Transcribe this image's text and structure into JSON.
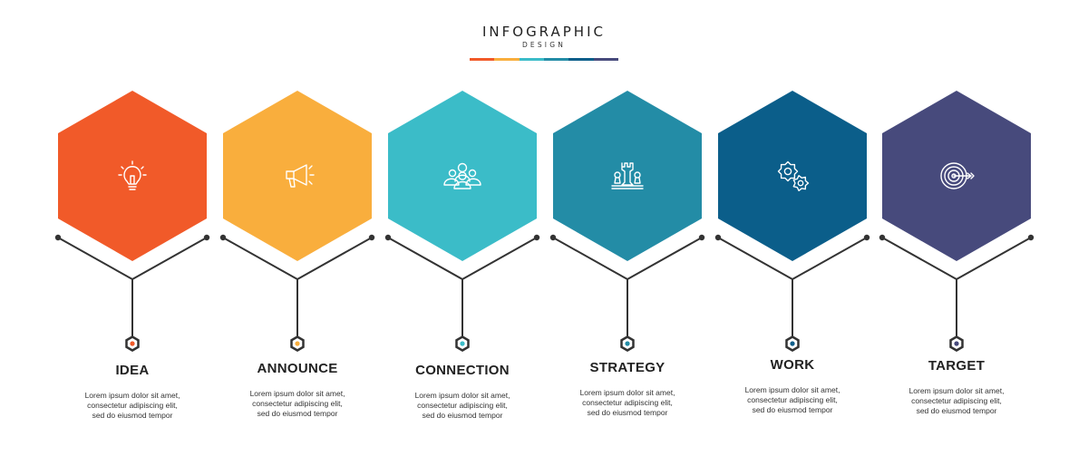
{
  "header": {
    "title": "INFOGRAPHIC",
    "subtitle": "DESIGN",
    "bar_colors": [
      "#f15a29",
      "#f9ae3d",
      "#3bbcc8",
      "#238ca6",
      "#0b5e8a",
      "#474a7c"
    ]
  },
  "steps": [
    {
      "label": "IDEA",
      "color": "#f15a29",
      "icon": "lightbulb-icon",
      "desc": [
        "Lorem ipsum dolor sit amet,",
        "consectetur adipiscing elit,",
        "sed do eiusmod tempor"
      ]
    },
    {
      "label": "ANNOUNCE",
      "color": "#f9ae3d",
      "icon": "megaphone-icon",
      "desc": [
        "Lorem ipsum dolor sit amet,",
        "consectetur adipiscing elit,",
        "sed do eiusmod tempor"
      ]
    },
    {
      "label": "CONNECTION",
      "color": "#3bbcc8",
      "icon": "group-icon",
      "desc": [
        "Lorem ipsum dolor sit amet,",
        "consectetur adipiscing elit,",
        "sed do eiusmod tempor"
      ]
    },
    {
      "label": "STRATEGY",
      "color": "#238ca6",
      "icon": "chess-icon",
      "desc": [
        "Lorem ipsum dolor sit amet,",
        "consectetur adipiscing elit,",
        "sed do eiusmod tempor"
      ]
    },
    {
      "label": "WORK",
      "color": "#0b5e8a",
      "icon": "gears-icon",
      "desc": [
        "Lorem ipsum dolor sit amet,",
        "consectetur adipiscing elit,",
        "sed do eiusmod tempor"
      ]
    },
    {
      "label": "TARGET",
      "color": "#474a7c",
      "icon": "target-icon",
      "desc": [
        "Lorem ipsum dolor sit amet,",
        "consectetur adipiscing elit,",
        "sed do eiusmod tempor"
      ]
    }
  ]
}
